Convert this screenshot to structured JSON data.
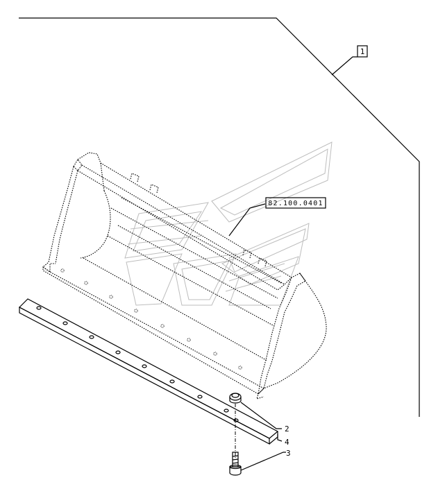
{
  "labels": {
    "assembly_ref": "1",
    "bucket_ref": "82.100.0401",
    "callout_2": "2",
    "callout_4": "4",
    "callout_3": "3"
  }
}
